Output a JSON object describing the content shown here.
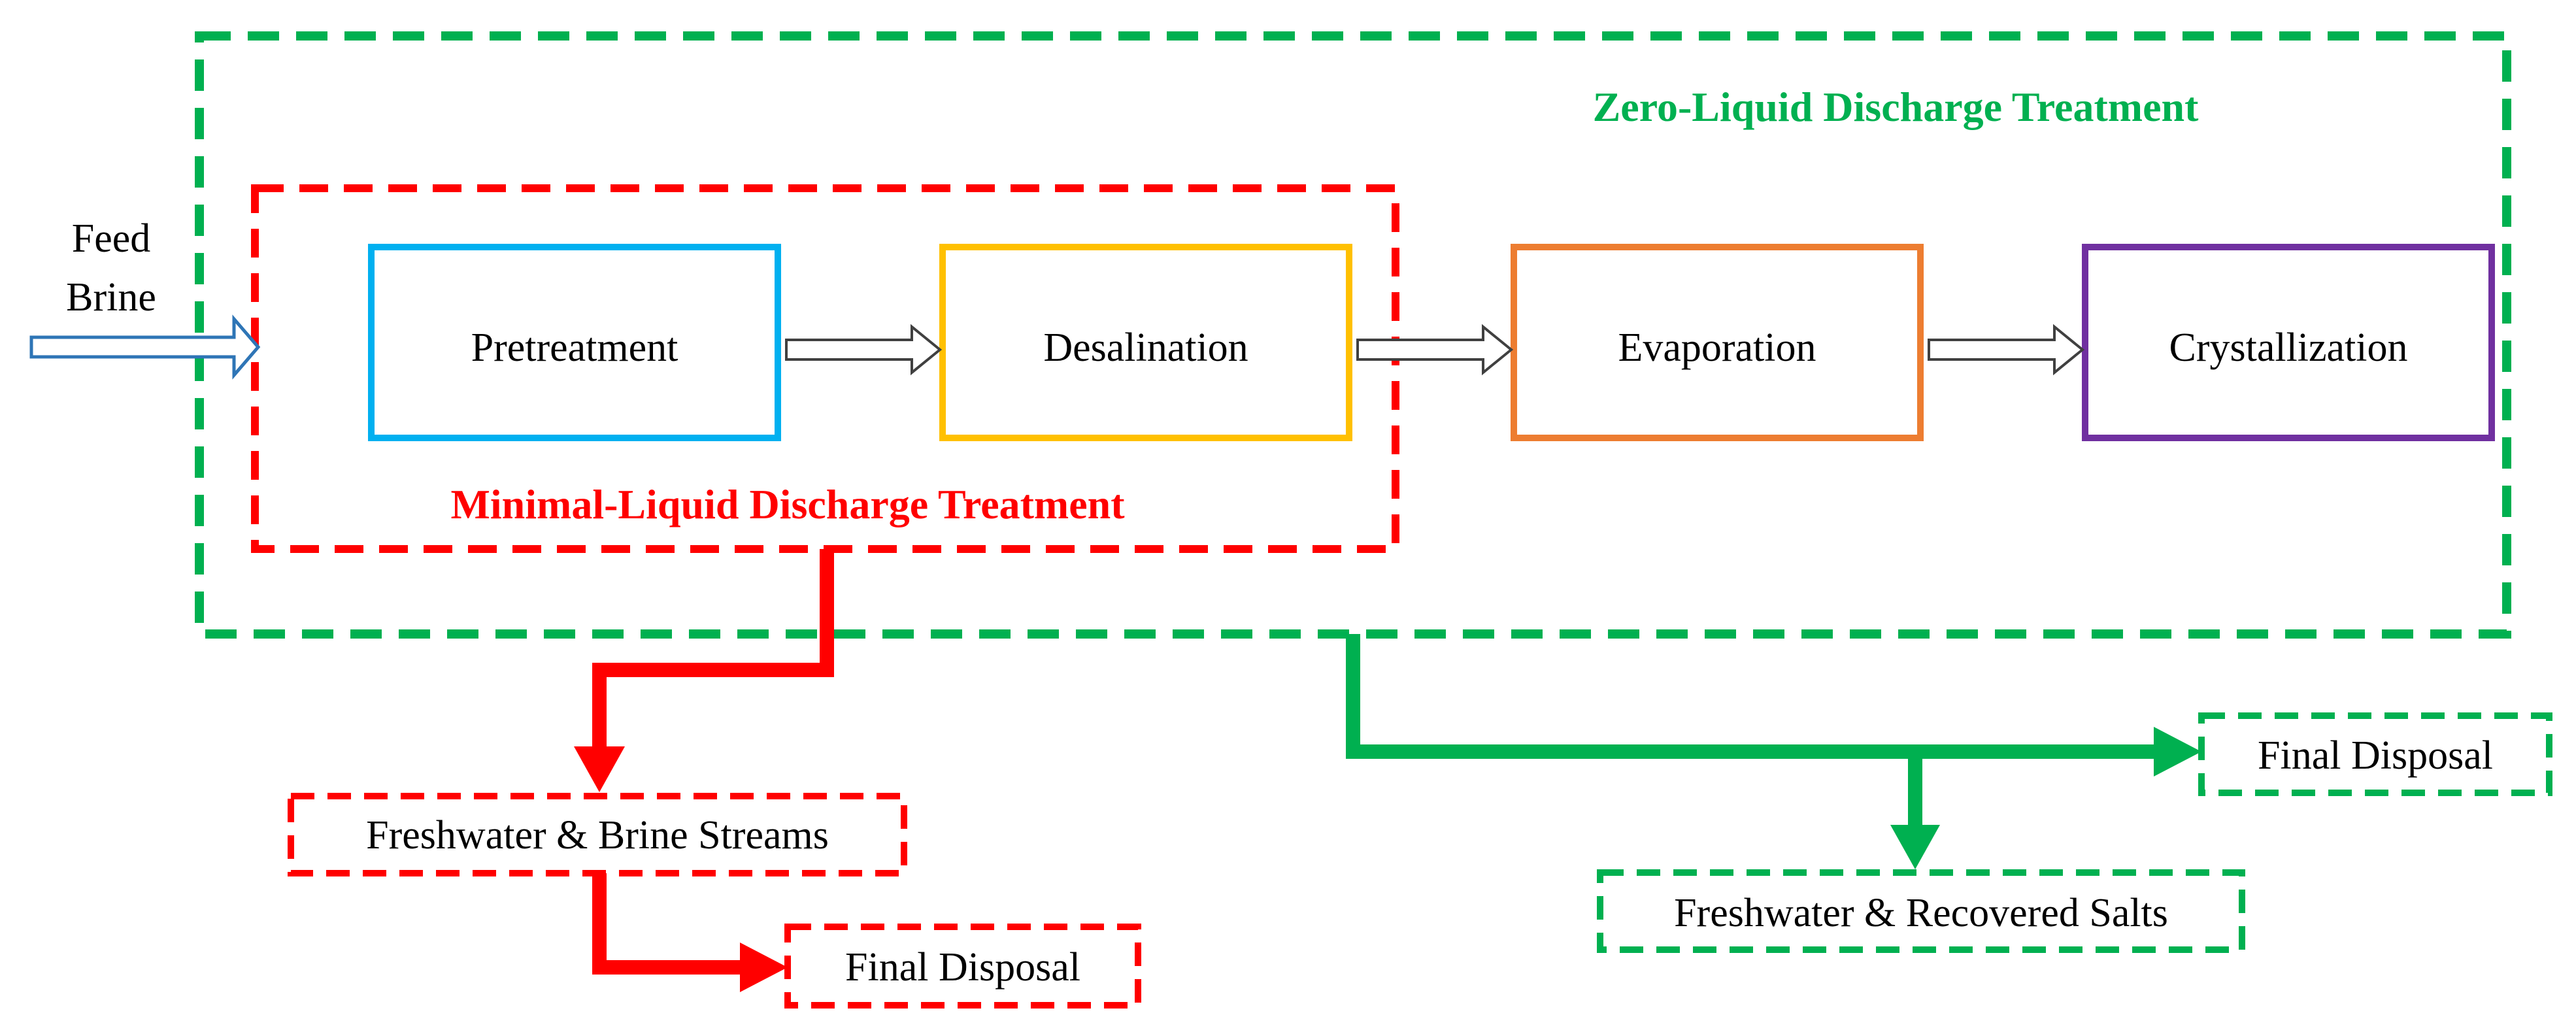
{
  "feed": {
    "line1": "Feed",
    "line2": "Brine"
  },
  "groups": {
    "zld": {
      "label": "Zero-Liquid Discharge Treatment",
      "color": "#00b050"
    },
    "mld": {
      "label": "Minimal-Liquid Discharge Treatment",
      "color": "#ff0000"
    }
  },
  "steps": [
    {
      "label": "Pretreatment",
      "color": "#00b0f0"
    },
    {
      "label": "Desalination",
      "color": "#ffc000"
    },
    {
      "label": "Evaporation",
      "color": "#ed7d31"
    },
    {
      "label": "Crystallization",
      "color": "#7030a0"
    }
  ],
  "outputs": {
    "mld_streams": "Freshwater & Brine Streams",
    "mld_disposal": "Final Disposal",
    "zld_disposal": "Final Disposal",
    "zld_salts": "Freshwater & Recovered Salts"
  },
  "feed_arrow_color": "#2e75b6"
}
